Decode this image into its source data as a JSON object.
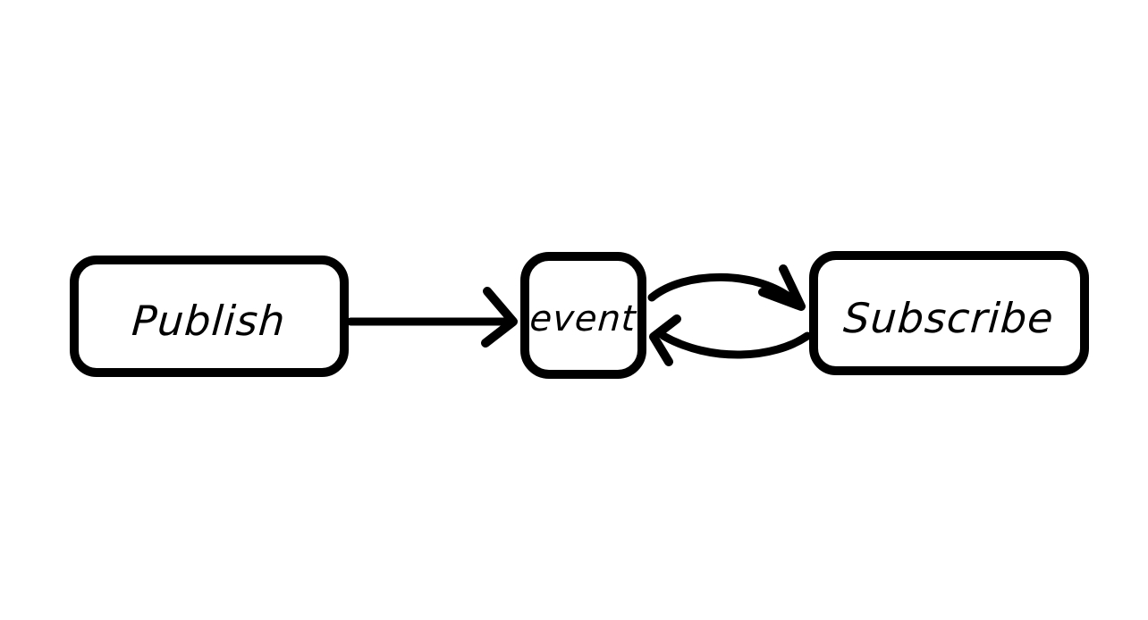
{
  "diagram": {
    "type": "flow-diagram",
    "style": "hand-drawn",
    "nodes": [
      {
        "id": "publish",
        "label": "Publish",
        "shape": "rounded-rectangle"
      },
      {
        "id": "event",
        "label": "event",
        "shape": "rounded-rectangle"
      },
      {
        "id": "subscribe",
        "label": "Subscribe",
        "shape": "rounded-rectangle"
      }
    ],
    "edges": [
      {
        "from": "publish",
        "to": "event",
        "type": "straight-arrow"
      },
      {
        "from": "event",
        "to": "subscribe",
        "type": "curved-arrow"
      },
      {
        "from": "subscribe",
        "to": "event",
        "type": "curved-arrow"
      }
    ],
    "colors": {
      "stroke": "#000000",
      "background": "#ffffff"
    }
  }
}
